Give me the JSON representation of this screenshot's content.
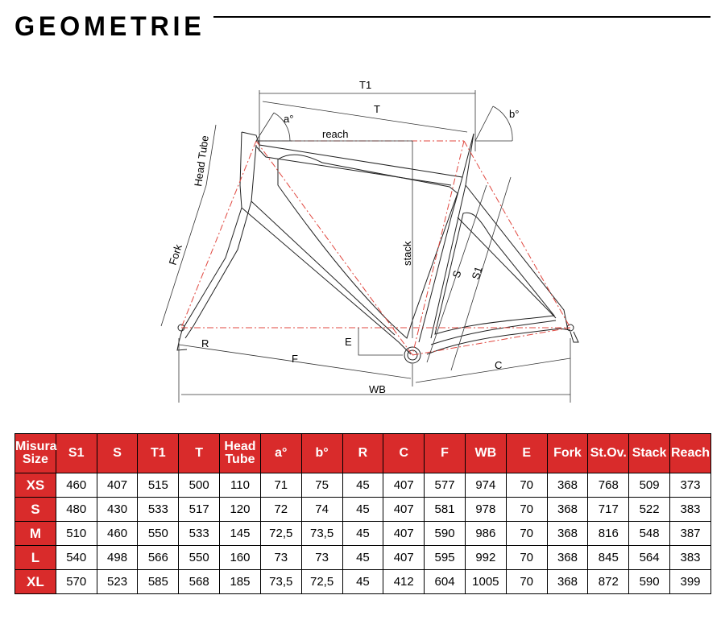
{
  "header": {
    "title": "GEOMETRIE"
  },
  "diagram_labels": {
    "t1": "T1",
    "t": "T",
    "a": "a°",
    "b": "b°",
    "reach": "reach",
    "stack": "stack",
    "head_tube": "Head Tube",
    "fork": "Fork",
    "s": "S",
    "s1": "S1",
    "r": "R",
    "e": "E",
    "f": "F",
    "c": "C",
    "wb": "WB"
  },
  "table": {
    "columns": [
      {
        "line1": "Misura",
        "line2": "Size"
      },
      {
        "line1": "S1"
      },
      {
        "line1": "S"
      },
      {
        "line1": "T1"
      },
      {
        "line1": "T"
      },
      {
        "line1": "Head",
        "line2": "Tube"
      },
      {
        "line1": "a°"
      },
      {
        "line1": "b°"
      },
      {
        "line1": "R"
      },
      {
        "line1": "C"
      },
      {
        "line1": "F"
      },
      {
        "line1": "WB"
      },
      {
        "line1": "E"
      },
      {
        "line1": "Fork"
      },
      {
        "line1": "St.Ov."
      },
      {
        "line1": "Stack"
      },
      {
        "line1": "Reach"
      }
    ],
    "rows": [
      [
        "XS",
        "460",
        "407",
        "515",
        "500",
        "110",
        "71",
        "75",
        "45",
        "407",
        "577",
        "974",
        "70",
        "368",
        "768",
        "509",
        "373"
      ],
      [
        "S",
        "480",
        "430",
        "533",
        "517",
        "120",
        "72",
        "74",
        "45",
        "407",
        "581",
        "978",
        "70",
        "368",
        "717",
        "522",
        "383"
      ],
      [
        "M",
        "510",
        "460",
        "550",
        "533",
        "145",
        "72,5",
        "73,5",
        "45",
        "407",
        "590",
        "986",
        "70",
        "368",
        "816",
        "548",
        "387"
      ],
      [
        "L",
        "540",
        "498",
        "566",
        "550",
        "160",
        "73",
        "73",
        "45",
        "407",
        "595",
        "992",
        "70",
        "368",
        "845",
        "564",
        "383"
      ],
      [
        "XL",
        "570",
        "523",
        "585",
        "568",
        "185",
        "73,5",
        "72,5",
        "45",
        "412",
        "604",
        "1005",
        "70",
        "368",
        "872",
        "590",
        "399"
      ]
    ]
  },
  "colors": {
    "header_red": "#d92b2b",
    "centerline_red": "#e0473f"
  }
}
